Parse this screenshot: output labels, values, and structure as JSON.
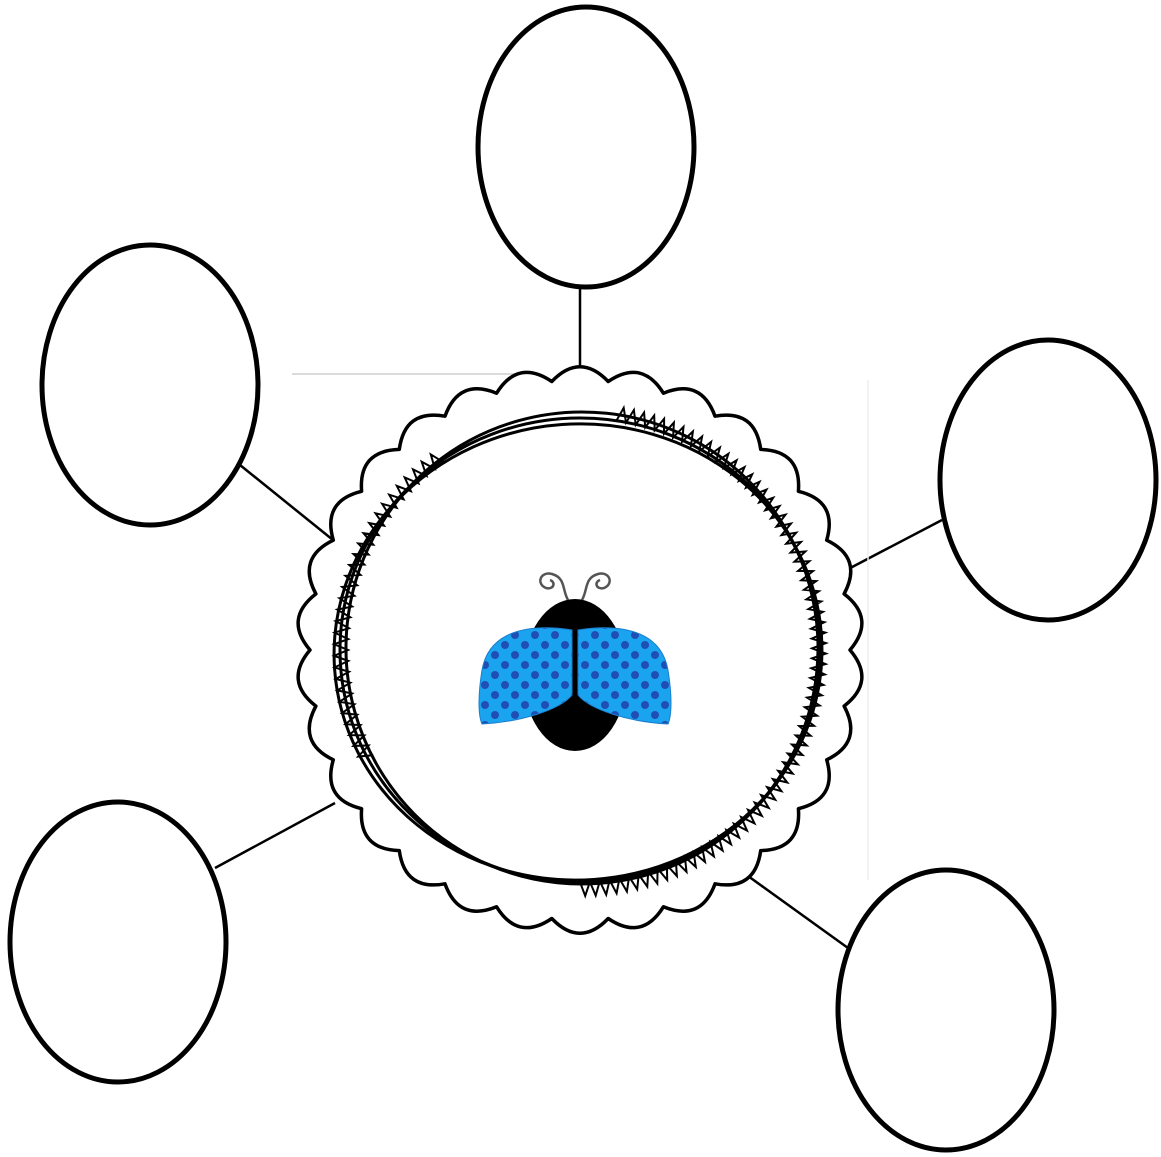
{
  "diagram": {
    "type": "bubble-map",
    "outer_bubble_count": 5,
    "center_image": "ladybug-icon",
    "center_frame": "scalloped-circle-frame",
    "colors": {
      "outline": "#000000",
      "background": "#ffffff",
      "wing_fill": "#1aa3ef",
      "wing_dots": "#1f4fb4",
      "antenna": "#555555"
    }
  }
}
